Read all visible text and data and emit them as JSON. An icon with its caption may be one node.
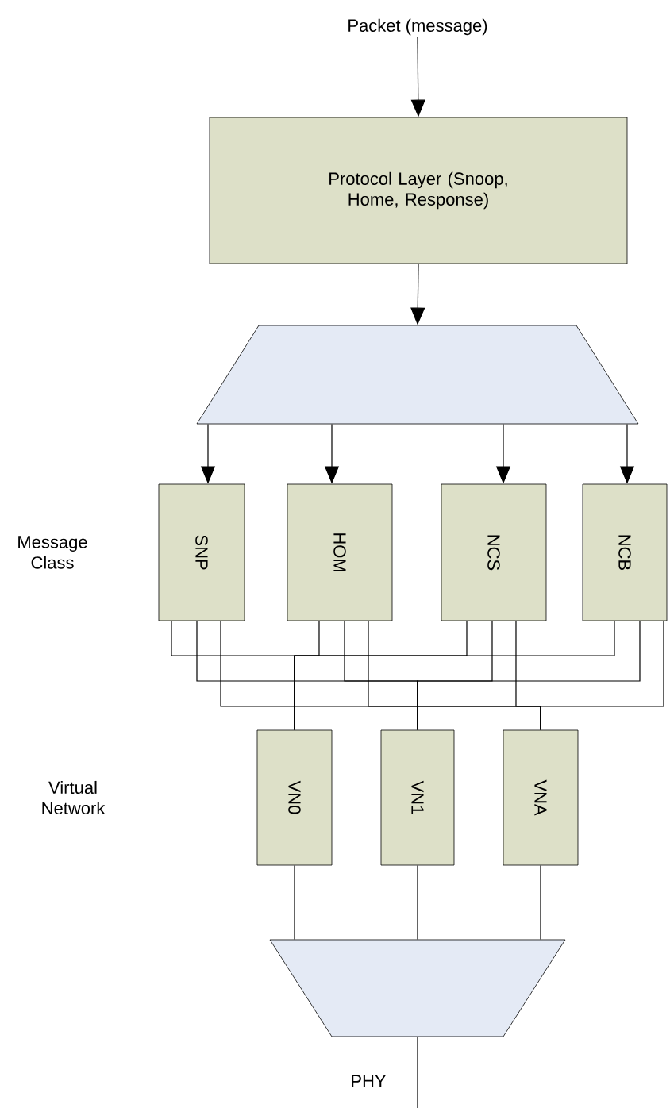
{
  "diagram": {
    "nodes": [
      {
        "text": [
          "Packet (message)"
        ]
      },
      {
        "text": [
          "Protocol Layer (Snoop, Home, Response)"
        ]
      },
      {
        "text": [],
        "shape": "trapezoid"
      },
      {
        "text": [
          "SNP"
        ]
      },
      {
        "text": [
          "HOM"
        ]
      },
      {
        "text": [
          "NCS"
        ]
      },
      {
        "text": [
          "NCB"
        ]
      },
      {
        "text": [
          "VN0"
        ]
      },
      {
        "text": [
          "VN1"
        ]
      },
      {
        "text": [
          "VNA"
        ]
      },
      {
        "text": [],
        "shape": "trapezoid"
      },
      {
        "text": [
          "PHY"
        ]
      }
    ],
    "edges": [
      {
        "from": 0,
        "to": 1,
        "arrow": "to"
      },
      {
        "from": 1,
        "to": 2,
        "arrow": "to"
      },
      {
        "from": 2,
        "to": 3,
        "arrow": "to"
      },
      {
        "from": 2,
        "to": 4,
        "arrow": "to"
      },
      {
        "from": 2,
        "to": 5,
        "arrow": "to"
      },
      {
        "from": 2,
        "to": 6,
        "arrow": "to"
      },
      {
        "from": 3,
        "to": 7,
        "arrow": "none"
      },
      {
        "from": 3,
        "to": 8,
        "arrow": "none"
      },
      {
        "from": 3,
        "to": 9,
        "arrow": "none"
      },
      {
        "from": 4,
        "to": 7,
        "arrow": "none"
      },
      {
        "from": 4,
        "to": 8,
        "arrow": "none"
      },
      {
        "from": 4,
        "to": 9,
        "arrow": "none"
      },
      {
        "from": 5,
        "to": 7,
        "arrow": "none"
      },
      {
        "from": 5,
        "to": 8,
        "arrow": "none"
      },
      {
        "from": 5,
        "to": 9,
        "arrow": "none"
      },
      {
        "from": 6,
        "to": 7,
        "arrow": "none"
      },
      {
        "from": 6,
        "to": 8,
        "arrow": "none"
      },
      {
        "from": 6,
        "to": 9,
        "arrow": "none"
      },
      {
        "from": 7,
        "to": 10,
        "arrow": "none"
      },
      {
        "from": 8,
        "to": 10,
        "arrow": "none"
      },
      {
        "from": 9,
        "to": 10,
        "arrow": "none"
      },
      {
        "from": 10,
        "to": 11,
        "arrow": "none"
      }
    ],
    "labels": [
      "Message Class",
      "Virtual Network"
    ]
  }
}
